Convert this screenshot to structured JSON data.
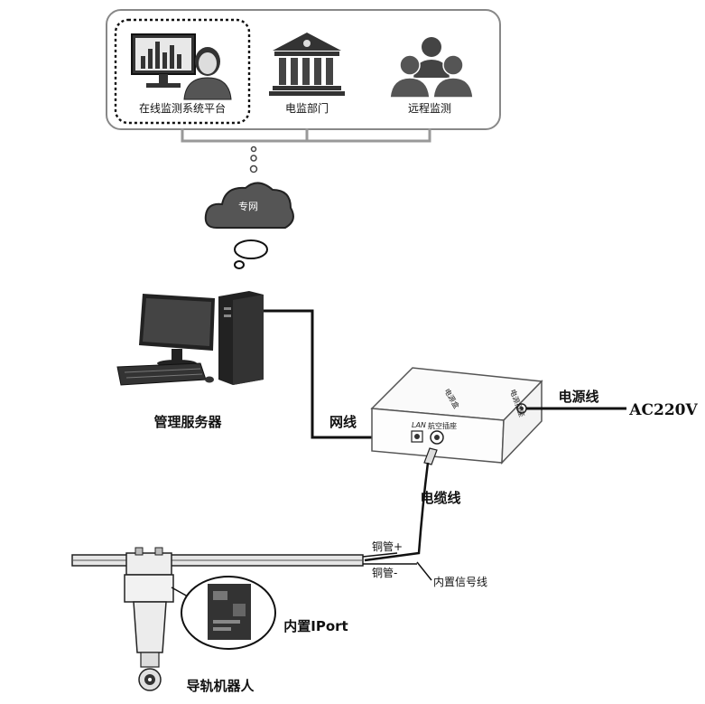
{
  "top_panel": {
    "online_platform": "在线监测系统平台",
    "power_dept": "电监部门",
    "remote_monitor": "远程监测"
  },
  "cloud": {
    "label": "专网"
  },
  "server": {
    "label": "管理服务器"
  },
  "network_cable": {
    "label": "网线"
  },
  "power_box": {
    "title": "电源盒",
    "lan": "LAN",
    "aviation_socket": "航空插座",
    "power_socket": "电源插座"
  },
  "power_line": {
    "label": "电源线"
  },
  "ac_input": {
    "label": "AC220V"
  },
  "cable": {
    "label": "电缆线"
  },
  "rail": {
    "copper_plus": "铜管+",
    "copper_minus": "铜管-",
    "signal_line": "内置信号线"
  },
  "iport": {
    "label": "内置IPort"
  },
  "robot": {
    "label": "导轨机器人"
  }
}
